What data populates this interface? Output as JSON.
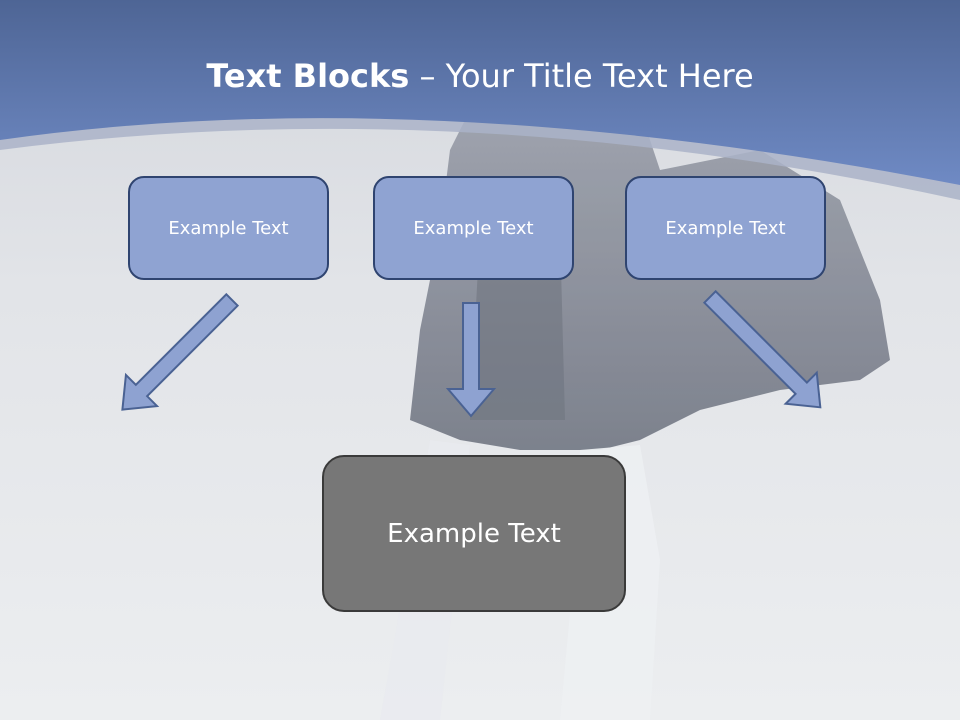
{
  "slide": {
    "title_bold": "Text Blocks",
    "title_dash": " – ",
    "title_rest": "Your Title Text Here"
  },
  "diagram": {
    "boxes": [
      {
        "label": "Example Text"
      },
      {
        "label": "Example Text"
      },
      {
        "label": "Example Text"
      }
    ],
    "target": {
      "label": "Example Text"
    }
  },
  "colors": {
    "header_blue": "#6b85bd",
    "box_fill": "#8fa3d2",
    "box_border": "#2f4470",
    "target_fill": "#777777",
    "arrow_fill": "#8ea2d1"
  },
  "icons": [
    "arrow-down-right-icon",
    "arrow-down-icon",
    "arrow-down-left-icon"
  ]
}
